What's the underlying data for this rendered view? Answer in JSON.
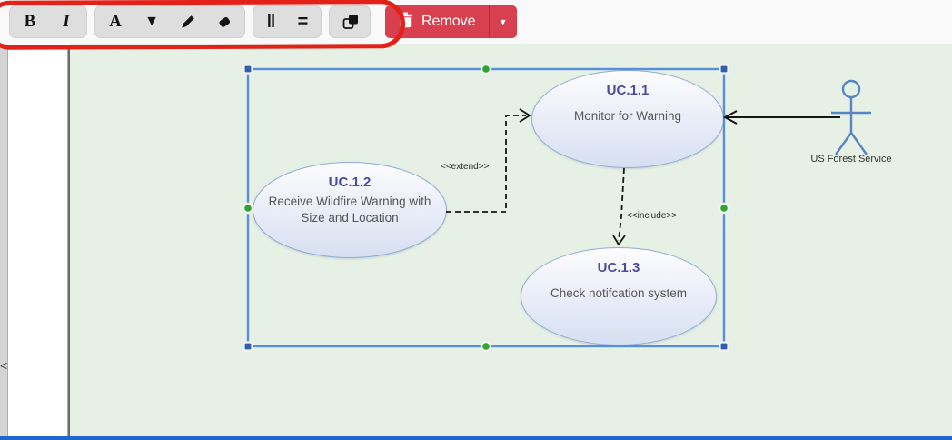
{
  "toolbar": {
    "bold_glyph": "B",
    "italic_glyph": "I",
    "font_glyph": "A",
    "filter_glyph": "▼",
    "distribute_vertical_glyph": "‖",
    "distribute_horizontal_glyph": "=",
    "remove_label": "Remove",
    "remove_caret": "▾"
  },
  "panel": {
    "collapse_glyph": "<"
  },
  "diagram": {
    "use_cases": [
      {
        "id": "UC.1.1",
        "label": "Monitor for Warning"
      },
      {
        "id": "UC.1.2",
        "label": "Receive Wildfire Warning with Size and Location"
      },
      {
        "id": "UC.1.3",
        "label": "Check notifcation system"
      }
    ],
    "relationships": [
      {
        "type": "extend",
        "label": "<<extend>>"
      },
      {
        "type": "include",
        "label": "<<include>>"
      }
    ],
    "actor": {
      "label": "US Forest Service"
    }
  },
  "colors": {
    "remove_red": "#d8404f",
    "annotation_red": "#e32119",
    "selection_blue": "#5590dd",
    "corner_handle_blue": "#2f5fae",
    "mid_handle_green": "#2ca62c",
    "canvas_green": "#e7f0e5",
    "actor_blue": "#5585c2",
    "usecase_title_purple": "#4c4c9c"
  }
}
